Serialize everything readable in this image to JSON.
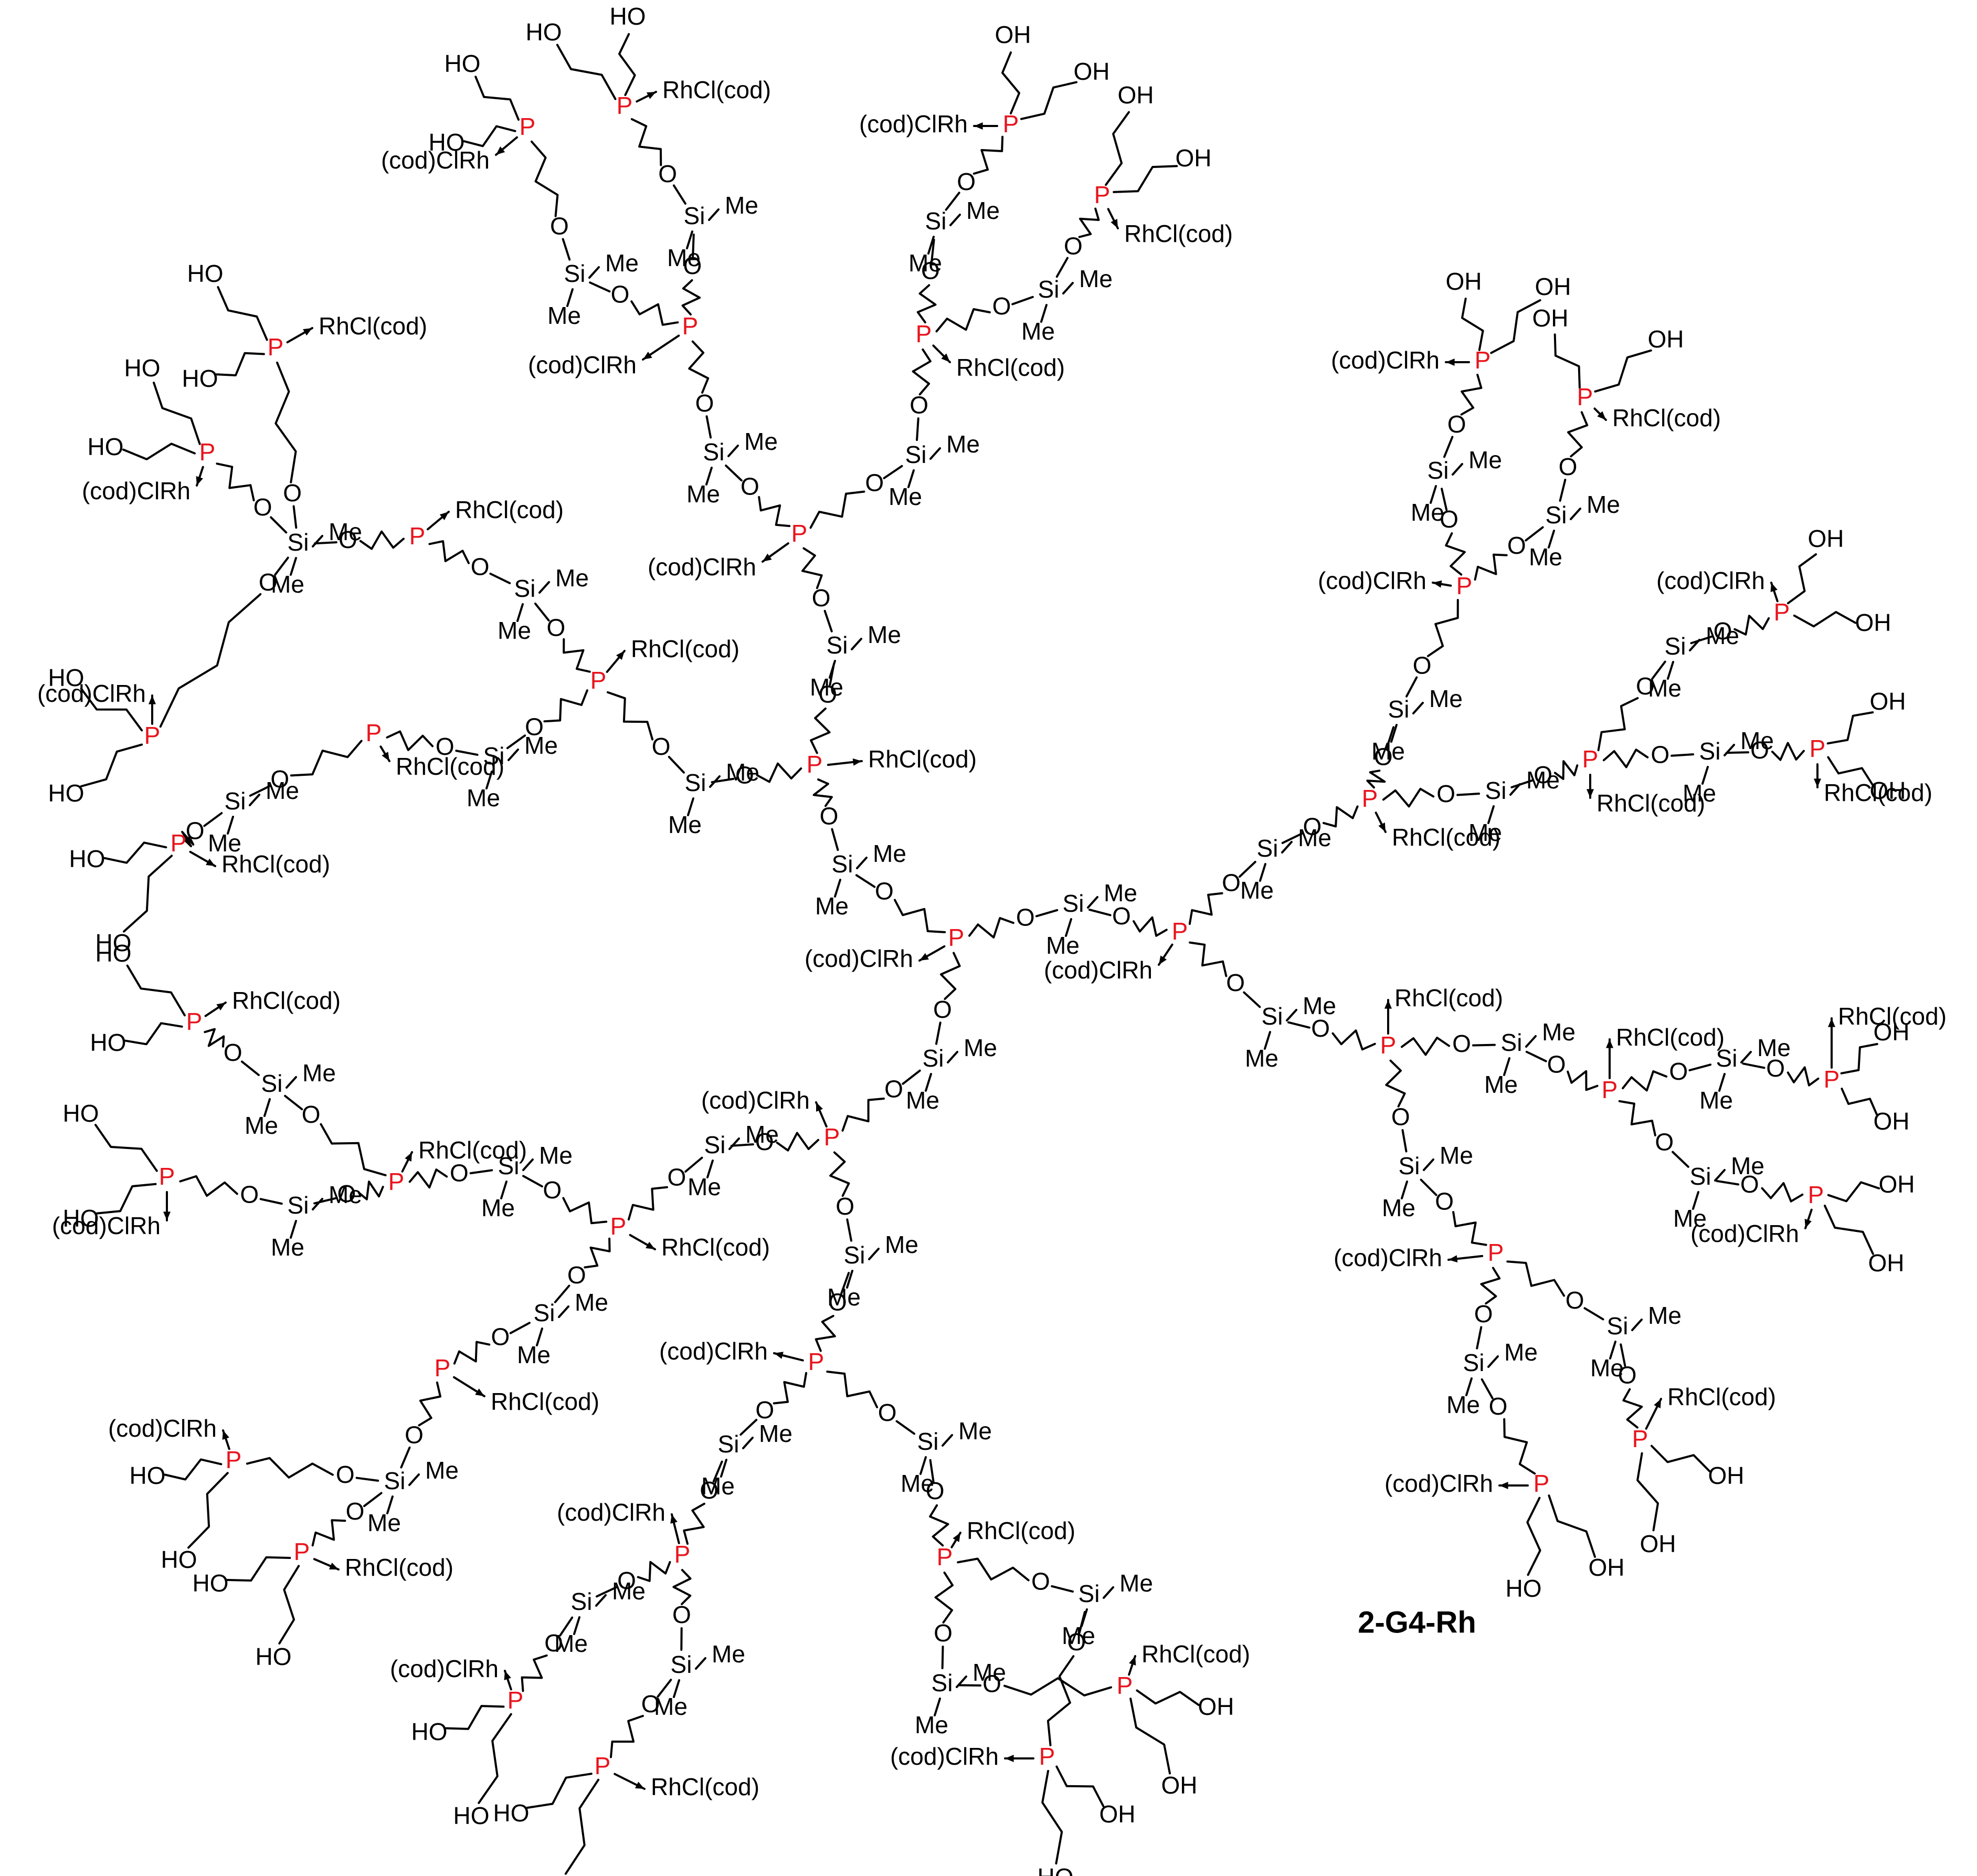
{
  "compound_label": "2-G4-Rh",
  "labels": {
    "phosphorus": "P",
    "silicon": "Si",
    "oxygen": "O",
    "methyl": "Me",
    "hydroxyl_right": "OH",
    "hydroxyl_left": "HO",
    "rhodium_right": "RhCl(cod)",
    "rhodium_left": "(cod)ClRh"
  },
  "colors": {
    "phosphorus": "#e8141c",
    "bonds": "#000000",
    "text": "#000000",
    "background": "#ffffff"
  }
}
